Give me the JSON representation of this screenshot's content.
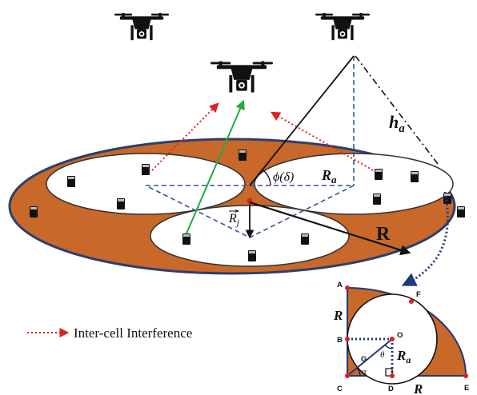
{
  "colors": {
    "disk_fill": "#c8682a",
    "disk_edge": "#2b3f6e",
    "cell_fill": "#ffffff",
    "dashed_blue": "#2f5597",
    "interference_red": "#e02020",
    "link_green": "#22aa44",
    "arrow_navy": "#1f3a78"
  },
  "icons": {
    "uav": "quadcopter-drone-icon",
    "user": "mobile-phone-icon"
  },
  "labels": {
    "h_a": "h",
    "h_a_sub": "a",
    "phi": "ϕ(δ)",
    "R_a_main": "R",
    "R_a_main_sub": "a",
    "R_j": "R",
    "R_j_sub": "j",
    "R_big": "R",
    "legend_text": "Inter-cell Interference"
  },
  "inset": {
    "point_A": "A",
    "point_B": "B",
    "point_C": "C",
    "point_D": "D",
    "point_E": "E",
    "point_F": "F",
    "point_G": "G",
    "point_O": "O",
    "side_R": "R",
    "bottom_R": "R",
    "theta": "θ",
    "alpha": "α",
    "R_a": "R",
    "R_a_sub": "a"
  }
}
